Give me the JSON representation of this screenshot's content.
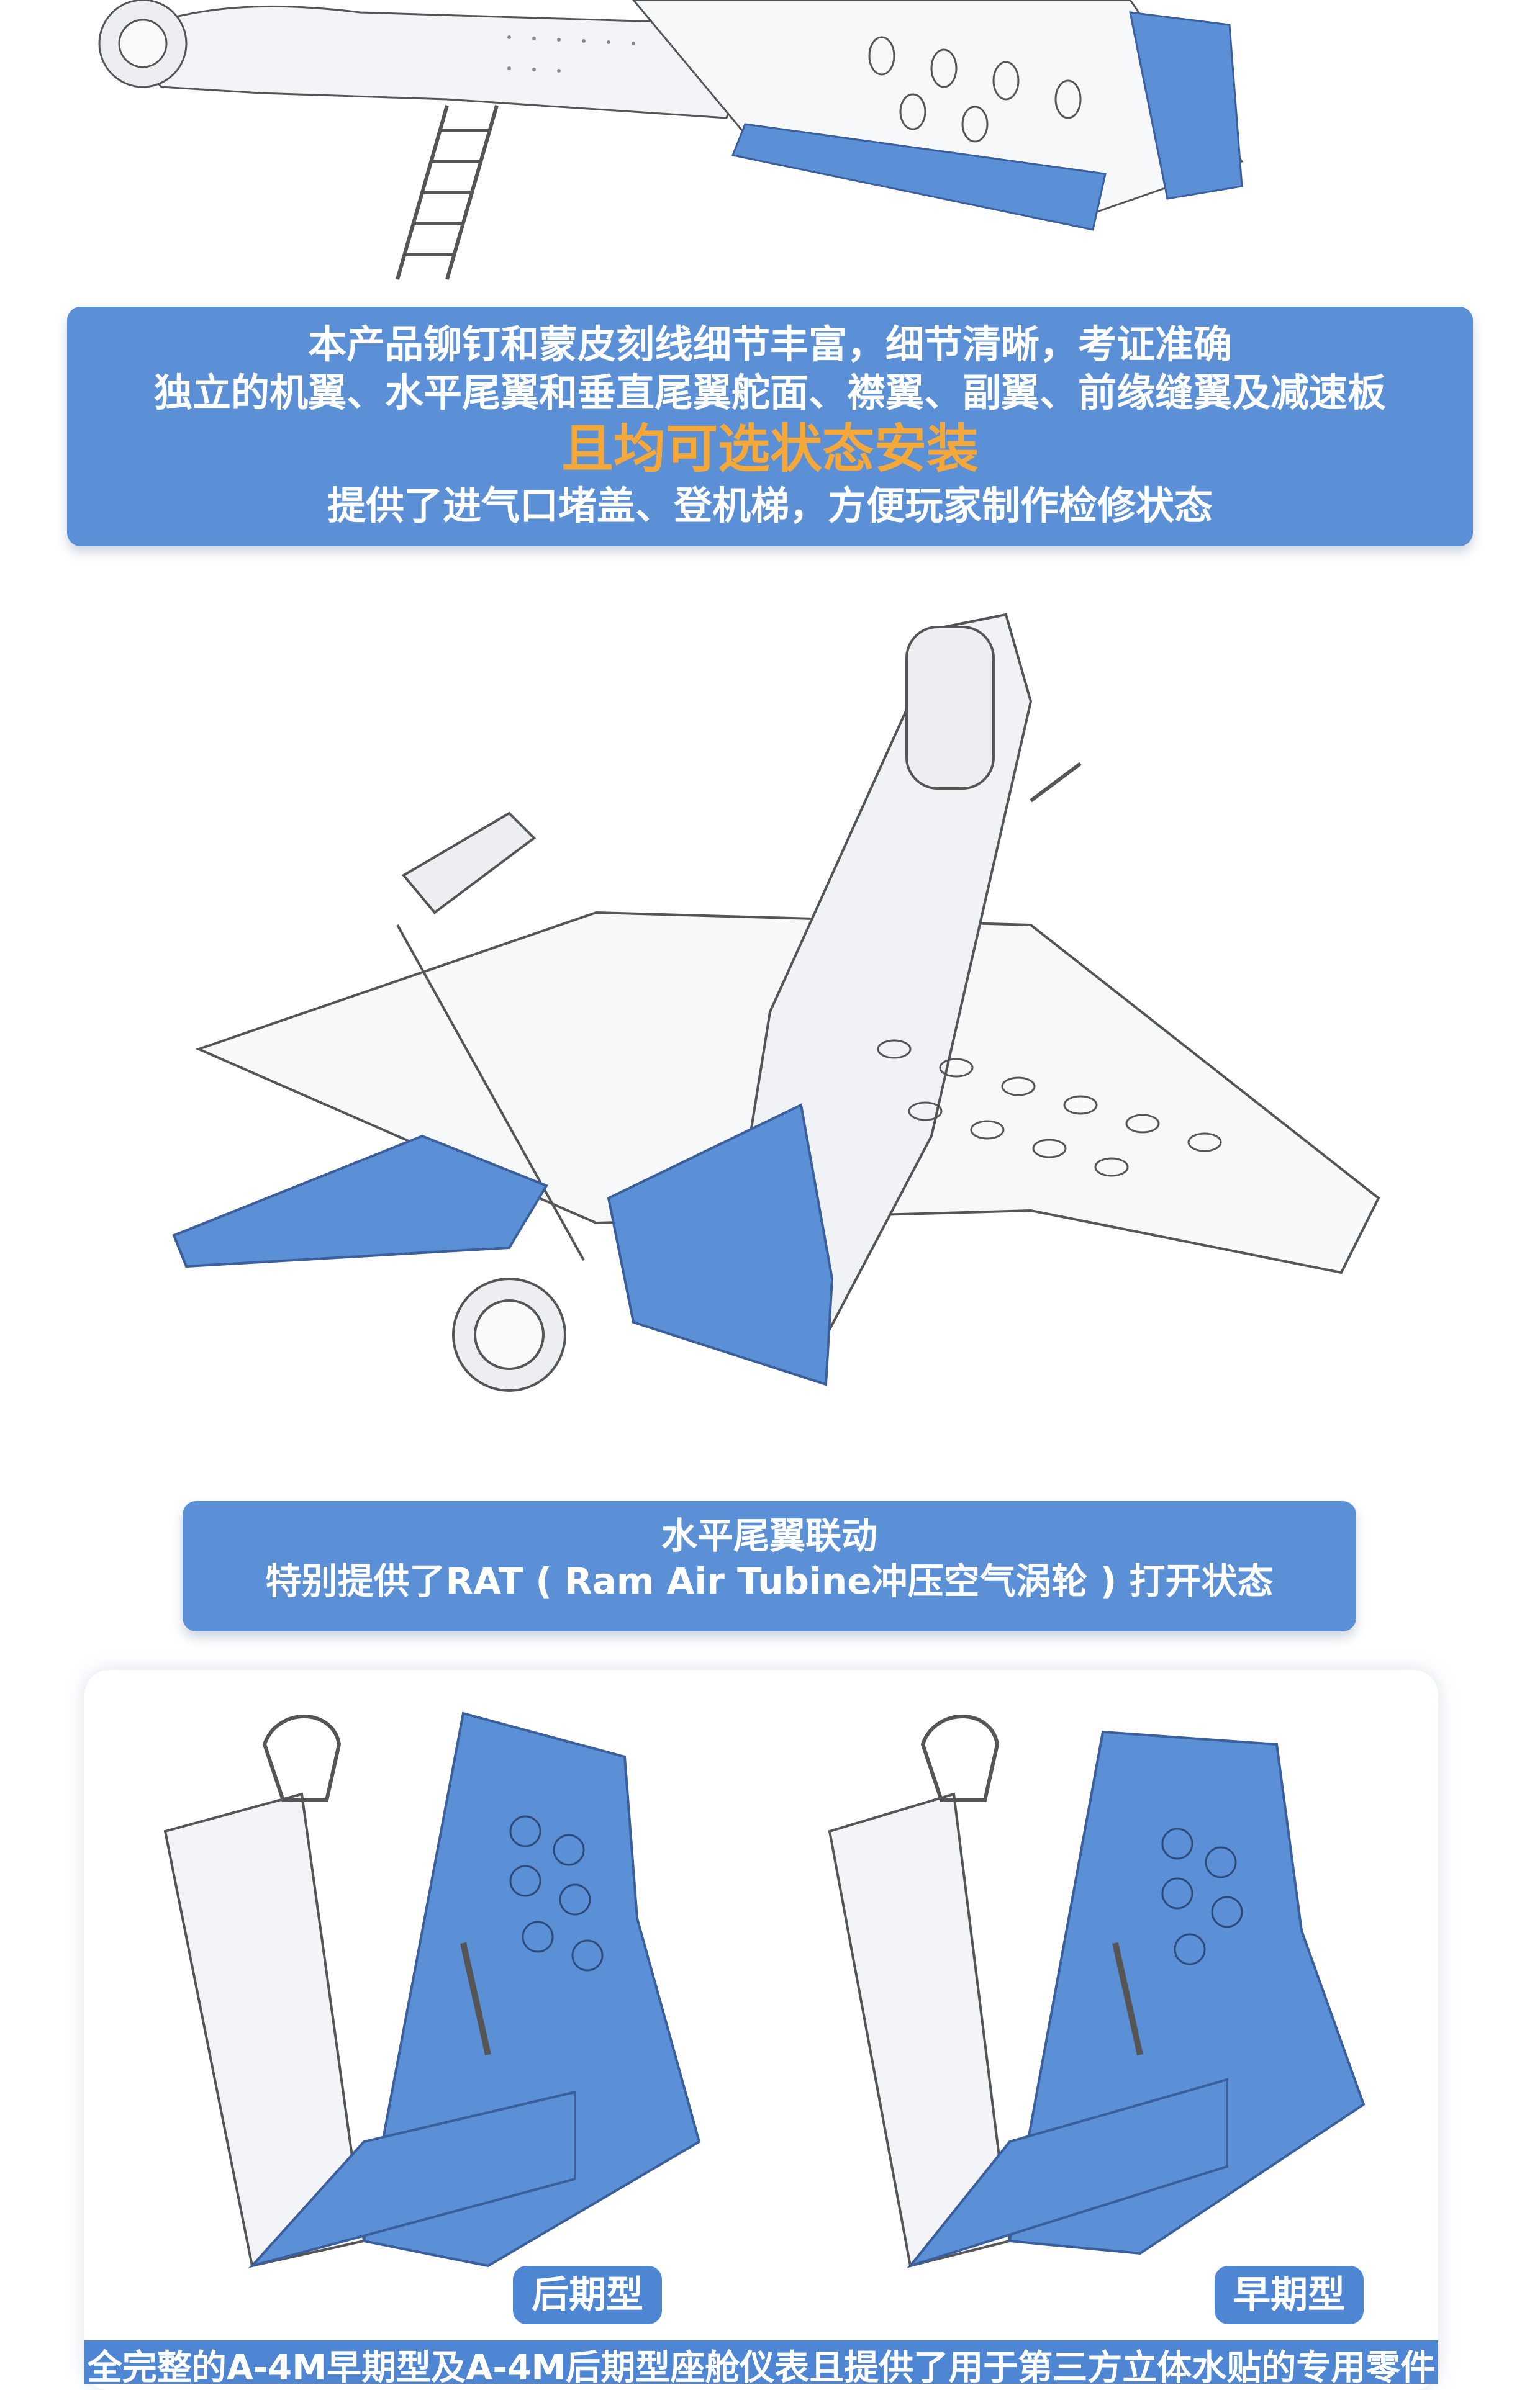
{
  "banner1": {
    "line1": "本产品铆钉和蒙皮刻线细节丰富，细节清晰，考证准确",
    "line2": "独立的机翼、水平尾翼和垂直尾翼舵面、襟翼、副翼、前缘缝翼及减速板",
    "line3": "且均可选状态安装",
    "line4": "提供了进气口堵盖、登机梯，方便玩家制作检修状态"
  },
  "banner2": {
    "line1": "水平尾翼联动",
    "line2": "特别提供了RAT ( Ram Air Tubine冲压空气涡轮 ) 打开状态"
  },
  "seats": {
    "left_label": "后期型",
    "right_label": "早期型"
  },
  "bottom_text": "全完整的A-4M早期型及A-4M后期型座舱仪表且提供了用于第三方立体水贴的专用零件",
  "colors": {
    "banner_blue": "#5b8fd6",
    "accent_orange": "#f4a83a",
    "part_blue": "#5b8fd6"
  }
}
